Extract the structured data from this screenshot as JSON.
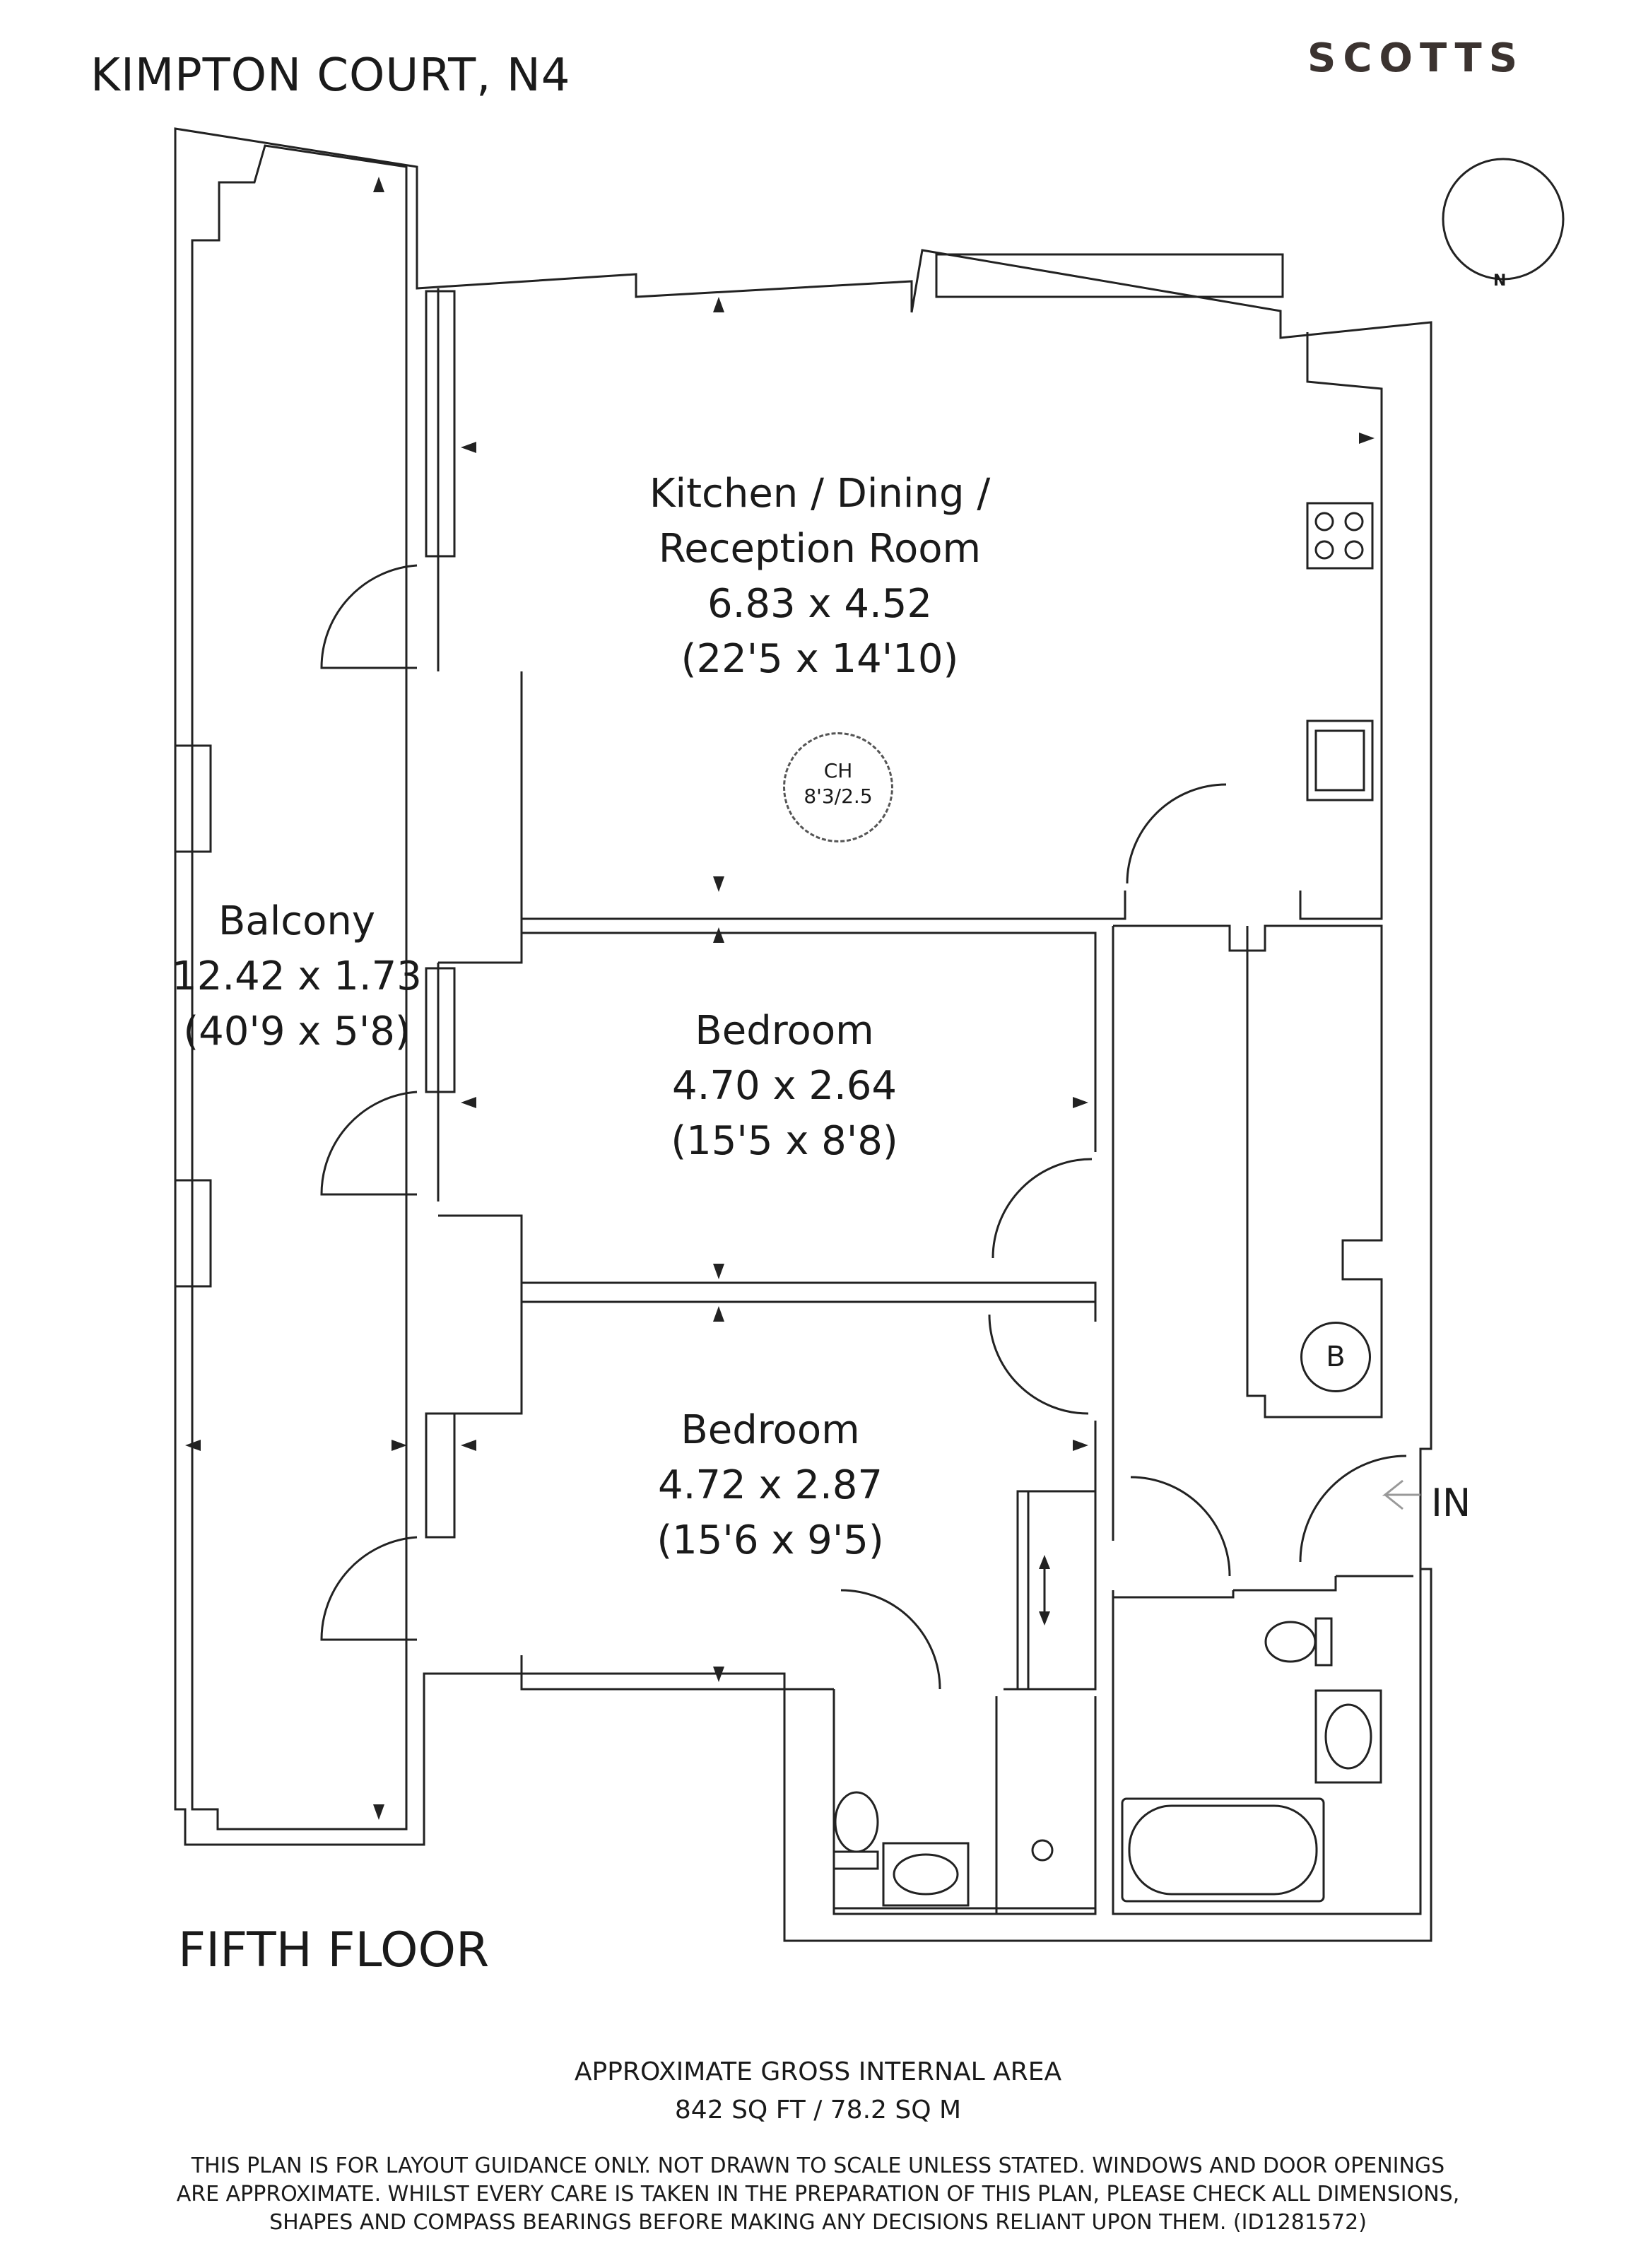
{
  "header": {
    "title": "KIMPTON COURT, N4",
    "brand": "SCOTTS"
  },
  "compass": {
    "label": "N"
  },
  "rooms": {
    "kitchen": {
      "name_line1": "Kitchen / Dining /",
      "name_line2": "Reception Room",
      "metric": "6.83 x 4.52",
      "imperial": "(22'5 x 14'10)"
    },
    "balcony": {
      "name": "Balcony",
      "metric": "12.42 x 1.73",
      "imperial": "(40'9 x 5'8)"
    },
    "bedroom1": {
      "name": "Bedroom",
      "metric": "4.70 x 2.64",
      "imperial": "(15'5 x 8'8)"
    },
    "bedroom2": {
      "name": "Bedroom",
      "metric": "4.72 x 2.87",
      "imperial": "(15'6 x 9'5)"
    }
  },
  "ceiling_height": {
    "label": "CH",
    "value": "8'3/2.5"
  },
  "boiler": {
    "label": "B"
  },
  "entrance": {
    "label": "IN"
  },
  "floor": {
    "label": "FIFTH FLOOR"
  },
  "area": {
    "line1": "APPROXIMATE GROSS INTERNAL AREA",
    "line2": "842 SQ FT / 78.2 SQ M"
  },
  "disclaimer": {
    "line1": "THIS PLAN IS FOR LAYOUT GUIDANCE ONLY. NOT DRAWN TO SCALE UNLESS STATED. WINDOWS AND DOOR OPENINGS",
    "line2": "ARE APPROXIMATE. WHILST EVERY CARE IS TAKEN IN THE PREPARATION OF THIS PLAN, PLEASE CHECK ALL DIMENSIONS,",
    "line3": "SHAPES AND COMPASS BEARINGS BEFORE MAKING ANY DECISIONS RELIANT UPON THEM. (ID1281572)"
  }
}
